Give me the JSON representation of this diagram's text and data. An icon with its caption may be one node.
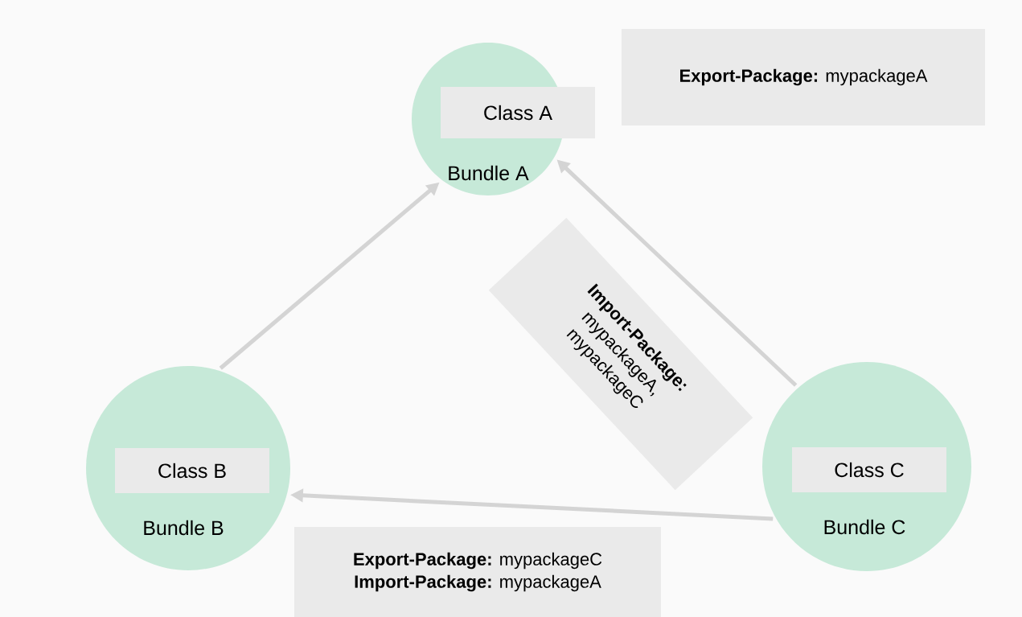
{
  "diagram": {
    "nodes": [
      {
        "text": [
          "Bundle A"
        ]
      },
      {
        "text": [
          "Class A"
        ]
      },
      {
        "text": [
          "Bundle B"
        ]
      },
      {
        "text": [
          "Class B"
        ],
        "in": 2
      },
      {
        "text": [
          "Bundle C"
        ]
      },
      {
        "text": [
          "Class C"
        ],
        "in": 4
      },
      {
        "text": [
          "**Export-Package:** mypackageA"
        ]
      },
      {
        "text": [
          "**Import-Package:** mypackageA, mypackageC"
        ]
      },
      {
        "text": [
          "**Export-Package:** mypackageC",
          "**Import-Package:** mypackageA"
        ]
      }
    ],
    "edges": [
      {
        "from": 2,
        "to": 0,
        "arrow": "to"
      },
      {
        "from": 4,
        "to": 0,
        "arrow": "to"
      },
      {
        "from": 4,
        "to": 2,
        "arrow": "to"
      }
    ]
  }
}
